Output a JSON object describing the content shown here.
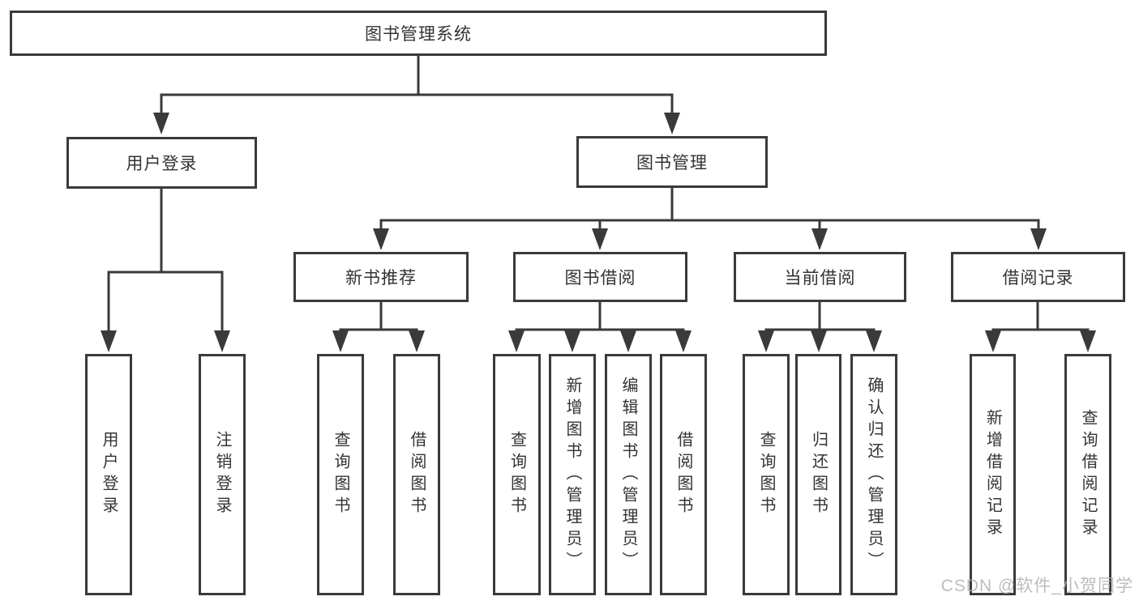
{
  "diagram": {
    "watermark": "CSDN @软件_小贺同学",
    "colors": {
      "line": "#3a3a3a",
      "text": "#333333",
      "node_background": "#ffffff",
      "watermark": "#b0b0b0"
    },
    "nodes": [
      {
        "id": "library-system",
        "label": "图书管理系统"
      },
      {
        "id": "user-login",
        "label": "用户登录"
      },
      {
        "id": "book-management",
        "label": "图书管理"
      },
      {
        "id": "new-book-recommend",
        "label": "新书推荐"
      },
      {
        "id": "book-borrowing",
        "label": "图书借阅"
      },
      {
        "id": "current-borrowing",
        "label": "当前借阅"
      },
      {
        "id": "borrowing-records",
        "label": "借阅记录"
      },
      {
        "id": "leaf-user-login",
        "label": "用户登录"
      },
      {
        "id": "leaf-logout",
        "label": "注销登录"
      },
      {
        "id": "leaf-query-books-1",
        "label": "查询图书"
      },
      {
        "id": "leaf-borrow-books-1",
        "label": "借阅图书"
      },
      {
        "id": "leaf-query-books-2",
        "label": "查询图书"
      },
      {
        "id": "leaf-add-books",
        "label": "新增图书（管理员）"
      },
      {
        "id": "leaf-edit-books",
        "label": "编辑图书（管理员）"
      },
      {
        "id": "leaf-borrow-books-2",
        "label": "借阅图书"
      },
      {
        "id": "leaf-query-books-3",
        "label": "查询图书"
      },
      {
        "id": "leaf-return-books",
        "label": "归还图书"
      },
      {
        "id": "leaf-confirm-return",
        "label": "确认归还（管理员）"
      },
      {
        "id": "leaf-add-borrow-record",
        "label": "新增借阅记录"
      },
      {
        "id": "leaf-query-borrow-record",
        "label": "查询借阅记录"
      }
    ],
    "edges": [
      {
        "from": "library-system",
        "to": [
          "user-login",
          "book-management"
        ]
      },
      {
        "from": "user-login",
        "to": [
          "leaf-user-login",
          "leaf-logout"
        ]
      },
      {
        "from": "book-management",
        "to": [
          "new-book-recommend",
          "book-borrowing",
          "current-borrowing",
          "borrowing-records"
        ]
      },
      {
        "from": "new-book-recommend",
        "to": [
          "leaf-query-books-1",
          "leaf-borrow-books-1"
        ]
      },
      {
        "from": "book-borrowing",
        "to": [
          "leaf-query-books-2",
          "leaf-add-books",
          "leaf-edit-books",
          "leaf-borrow-books-2"
        ]
      },
      {
        "from": "current-borrowing",
        "to": [
          "leaf-query-books-3",
          "leaf-return-books",
          "leaf-confirm-return"
        ]
      },
      {
        "from": "borrowing-records",
        "to": [
          "leaf-add-borrow-record",
          "leaf-query-borrow-record"
        ]
      }
    ]
  }
}
